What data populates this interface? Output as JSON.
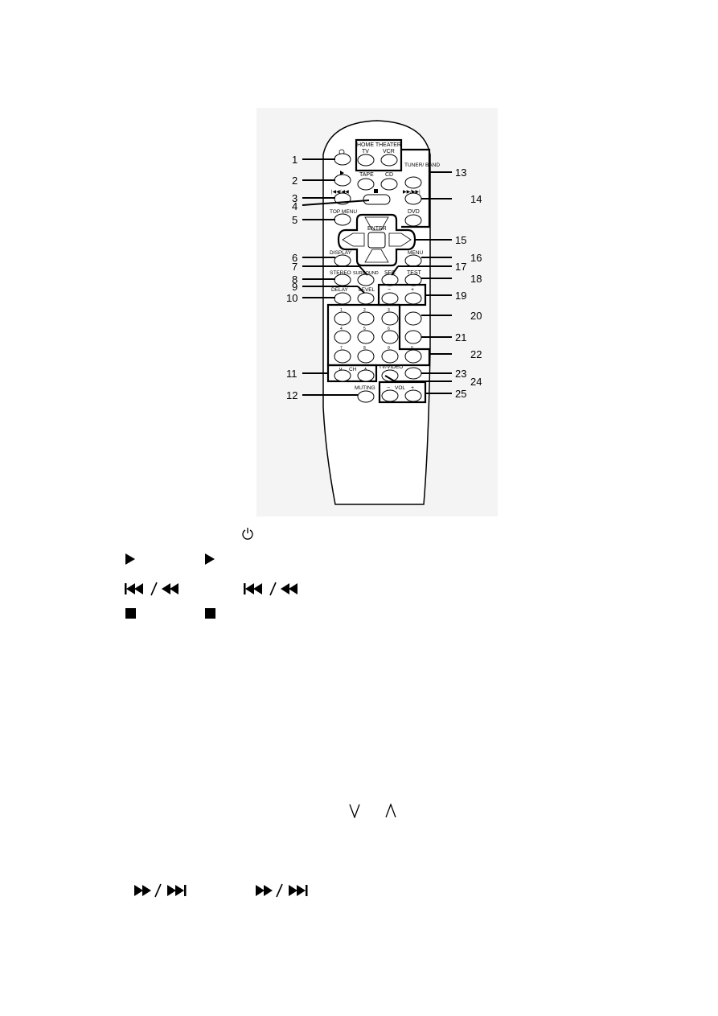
{
  "remote": {
    "home_theater": "HOME THEATER",
    "tv": "TV",
    "vcr": "VCR",
    "tape": "TAPE",
    "cd": "CD",
    "tuner_band": "TUNER/ BAND",
    "dvd": "DVD",
    "top_menu": "TOP MENU",
    "enter": "ENTER",
    "display": "DISPLAY",
    "menu": "MENU",
    "surround": "SURROUND",
    "stereo": "STEREO",
    "sfc": "SFC",
    "test": "TEST",
    "level": "LEVEL",
    "delay": "DELAY",
    "minus": "−",
    "plus": "+",
    "digits": [
      "1",
      "2",
      "3",
      "4",
      "5",
      "6",
      "7",
      "8",
      "9",
      "0"
    ],
    "ch": "CH",
    "tv_video": "TV/VIDEO",
    "muting": "MUTING",
    "vol": "VOL"
  },
  "callouts": [
    "1",
    "2",
    "3",
    "4",
    "5",
    "6",
    "7",
    "8",
    "9",
    "10",
    "11",
    "12",
    "13",
    "14",
    "15",
    "16",
    "17",
    "18",
    "19",
    "20",
    "21",
    "22",
    "23",
    "24",
    "25"
  ],
  "icons": [
    "power-icon",
    "play-icon",
    "skip-back-icon",
    "stop-icon",
    "chevron-down-icon",
    "chevron-up-icon",
    "skip-forward-icon"
  ]
}
